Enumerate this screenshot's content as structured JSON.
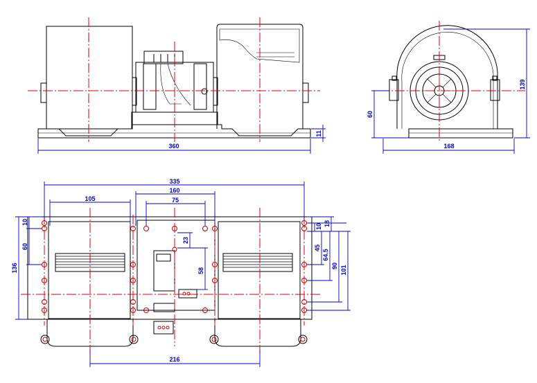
{
  "front_view": {
    "dims": {
      "overall_width": "360",
      "base_height": "11"
    }
  },
  "side_view": {
    "dims": {
      "width": "168",
      "height": "139",
      "shaft_height": "60"
    }
  },
  "bottom_view": {
    "dims": {
      "overall": "335",
      "motor_span": "160",
      "left_span": "105",
      "inner_span": "75",
      "hole_spacing": "216",
      "total_height": "136",
      "left_pitch": "60",
      "left_top": "10",
      "right_top": "10",
      "right_a": "18",
      "right_b": "45",
      "right_c": "64.5",
      "right_d": "90",
      "right_e": "101",
      "terminal_v": "23",
      "terminal_h": "58"
    }
  }
}
